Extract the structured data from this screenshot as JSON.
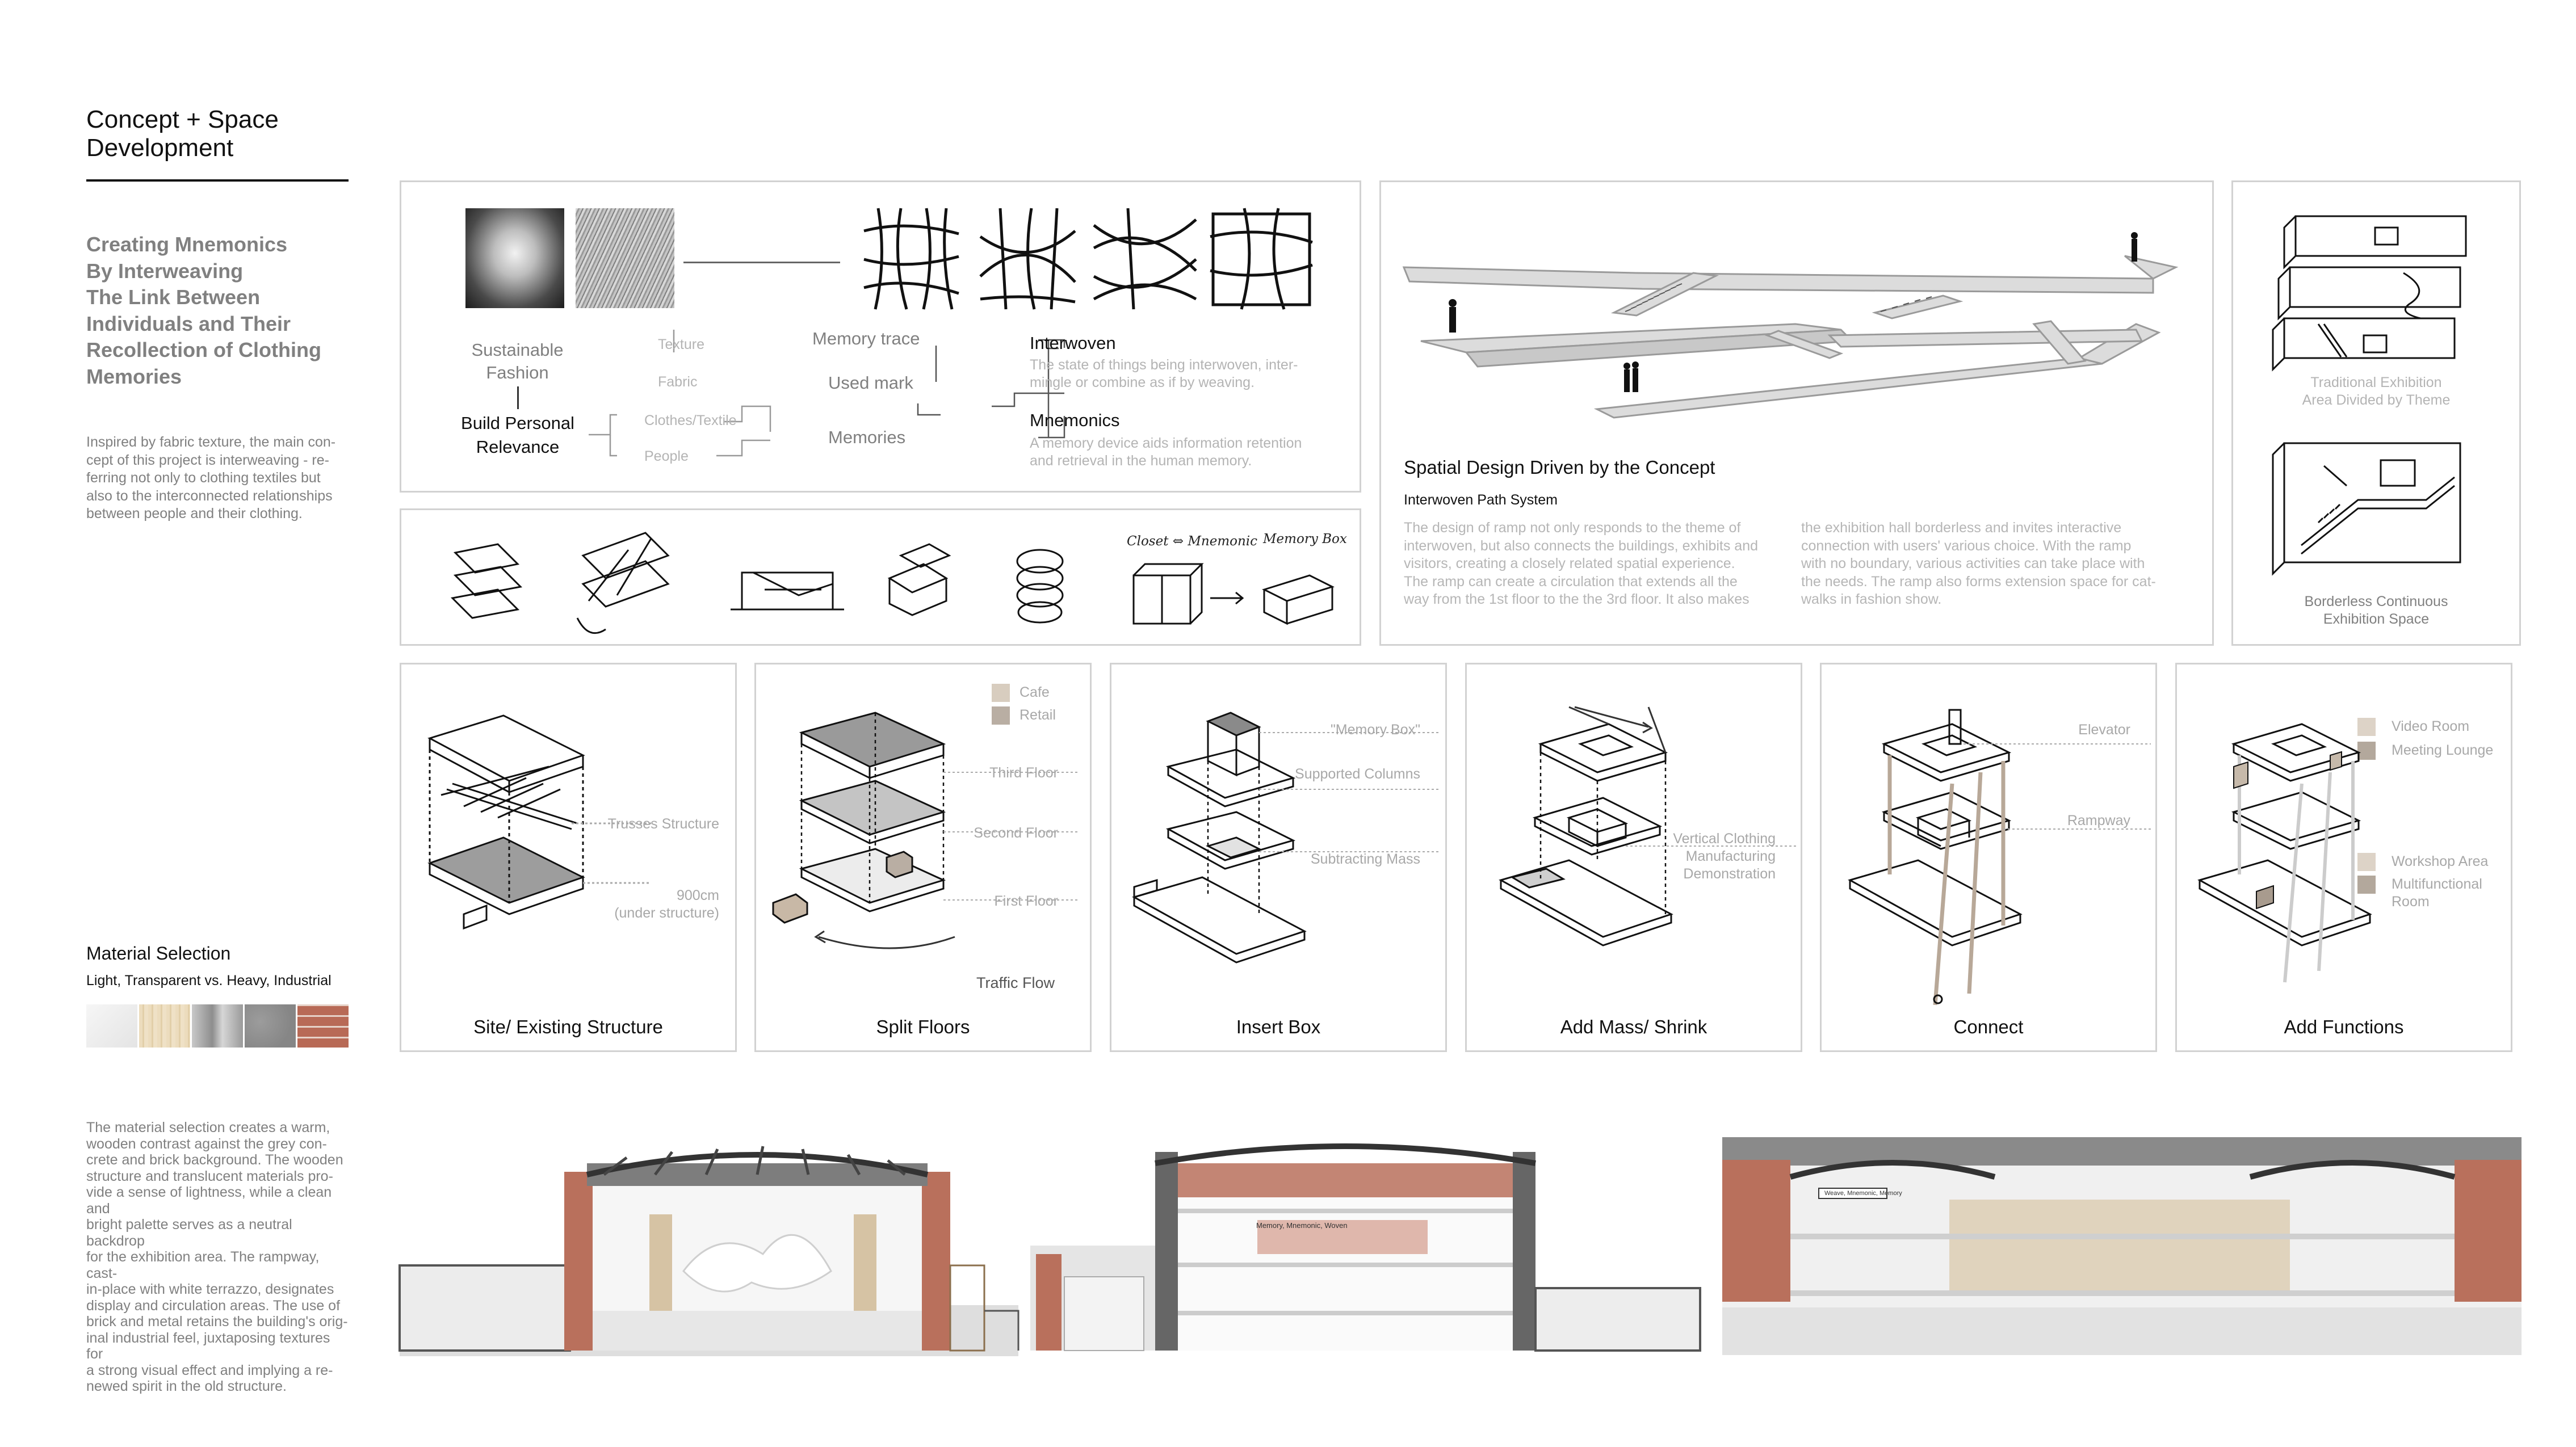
{
  "header": {
    "title_line1": "Concept + Space",
    "title_line2": "Development"
  },
  "sidebar": {
    "heading_lines": [
      "Creating Mnemonics",
      "By Interweaving",
      "The Link Between",
      "Individuals and Their",
      "Recollection of Clothing",
      "Memories"
    ],
    "intro_lines": [
      "Inspired by fabric texture, the main con-",
      "cept of this project is interweaving - re-",
      "ferring not only to clothing textiles but",
      "also to the interconnected relationships",
      "between people and their clothing."
    ],
    "material_title": "Material Selection",
    "material_subtitle": "Light, Transparent vs. Heavy, Industrial",
    "swatch_colors": [
      "#eeeeee",
      "#ead8b6",
      "#a8a8a8",
      "#8f8f8f",
      "#c77a64"
    ],
    "material_lines": [
      "The material selection creates a warm,",
      "wooden contrast against the grey con-",
      "crete and brick background. The wooden",
      "structure and translucent materials pro-",
      "vide a sense of lightness, while a clean and",
      "bright palette serves as a neutral backdrop",
      "for the exhibition area. The rampway, cast-",
      "in-place with white terrazzo, designates",
      "display and circulation areas. The use of",
      "brick and metal retains the building's orig-",
      "inal industrial feel, juxtaposing textures for",
      "a strong visual effect and implying a re-",
      "newed spirit in the old structure."
    ]
  },
  "concept_map": {
    "sustainable_fashion": [
      "Sustainable",
      "Fashion"
    ],
    "build_personal_relevance": [
      "Build Personal",
      "Relevance"
    ],
    "texture": "Texture",
    "fabric": "Fabric",
    "clothes_textile": "Clothes/Textile",
    "people": "People",
    "memory_trace": "Memory trace",
    "used_mark": "Used mark",
    "memories": "Memories",
    "interwoven_title": "Interwoven",
    "interwoven_desc": [
      "The state of things being interwoven, inter-",
      "mingle or combine as if by weaving."
    ],
    "mnemonics_title": "Mnemonics",
    "mnemonics_desc": [
      "A memory device aids information retention",
      "and retrieval in the human memory."
    ]
  },
  "sketches": {
    "note1": "Closet ⇔ Mnemonic",
    "note2": "Memory Box"
  },
  "spatial": {
    "title": "Spatial Design Driven by the Concept",
    "subtitle": "Interwoven Path System",
    "col1": [
      "The design of ramp not only responds to the theme of",
      "interwoven, but also connects the buildings, exhibits and",
      "visitors, creating a closely related spatial experience.",
      "The ramp can create a circulation that extends all the",
      "way from the 1st floor to the the 3rd floor. It also makes"
    ],
    "col2": [
      "the exhibition hall borderless and invites interactive",
      "connection with users' various choice. With the ramp",
      "with no boundary, various activities can take place with",
      "the needs. The ramp also forms extension space for cat-",
      "walks in fashion show."
    ]
  },
  "exhibition": {
    "traditional": [
      "Traditional Exhibition",
      "Area Divided by Theme"
    ],
    "borderless": [
      "Borderless Continuous",
      "Exhibition Space"
    ]
  },
  "steps": [
    {
      "caption": "Site/ Existing Structure",
      "labels": [
        "Trusses Structure",
        "900cm",
        "(under structure)"
      ]
    },
    {
      "caption": "Split Floors",
      "labels": [
        "Third Floor",
        "Second Floor",
        "First Floor",
        "Traffic Flow"
      ],
      "legend": [
        "Cafe",
        "Retail"
      ],
      "legend_colors": [
        "#d8cdbf",
        "#b9aea3"
      ]
    },
    {
      "caption": "Insert Box",
      "labels": [
        "\"Memory Box\"",
        "Supported Columns",
        "Subtracting Mass"
      ]
    },
    {
      "caption": "Add Mass/ Shrink",
      "labels": [
        "Vertical Clothing",
        "Manufacturing",
        "Demonstration"
      ]
    },
    {
      "caption": "Connect",
      "labels": [
        "Elevator",
        "Rampway"
      ]
    },
    {
      "caption": "Add Functions",
      "legend": [
        "Video Room",
        "Meeting Lounge",
        "Workshop Area",
        "Multifunctional",
        "Room"
      ],
      "legend_colors": [
        "#ddd3c7",
        "#b3a89c",
        "#ddd3c7",
        "#b3a89c"
      ]
    }
  ],
  "sections": {
    "sign_left": "Memory, Mnemonic, Woven",
    "sign_right": "Weave, Mnemonic, Memory"
  }
}
